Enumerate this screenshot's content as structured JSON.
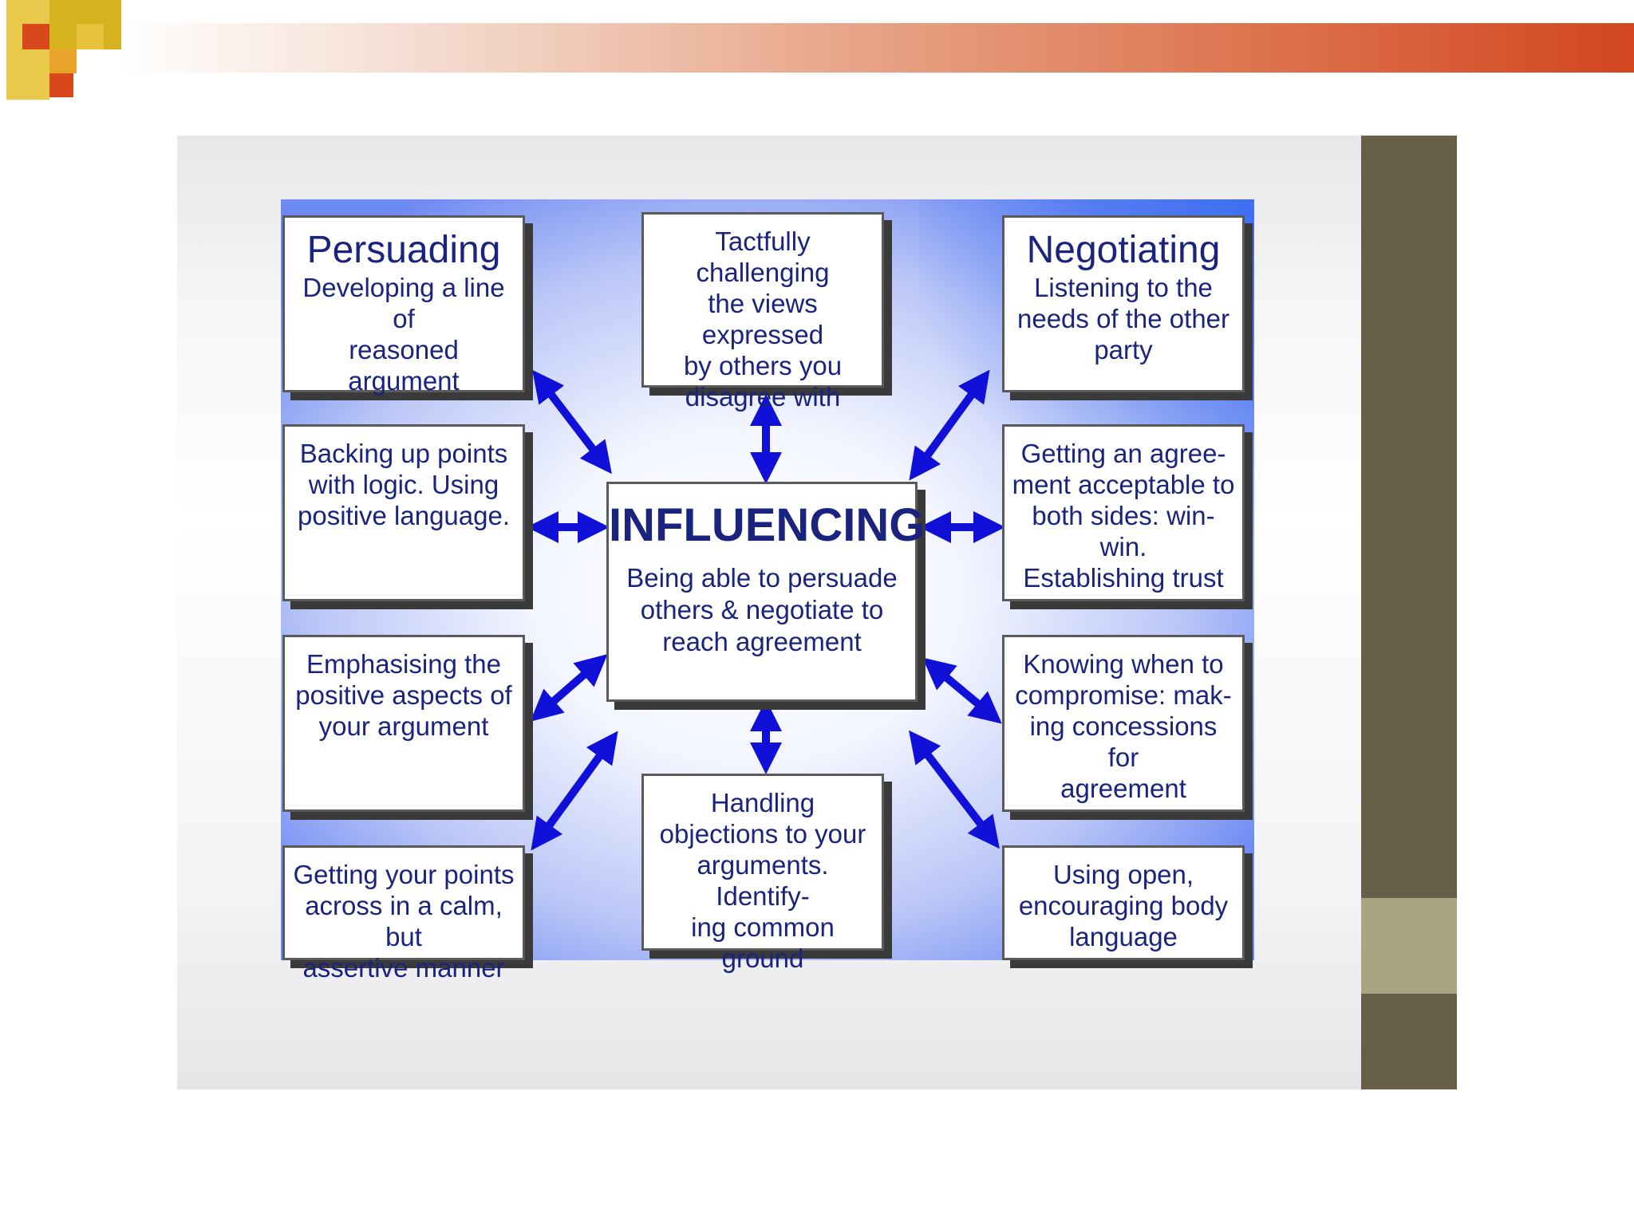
{
  "colors": {
    "box_text": "#1a237e",
    "arrow": "#1010d8",
    "top_bar_end": "#d2461f",
    "side_strip": "#666049",
    "side_strip_accent": "#a8a583"
  },
  "diagram": {
    "center": {
      "title": "INFLUENCING",
      "text": "Being able to persuade others & negotiate to reach agreement"
    },
    "left": [
      {
        "heading": "Persuading",
        "text": "Developing a line of\nreasoned argument"
      },
      {
        "text": "Backing up points\nwith logic. Using\npositive language."
      },
      {
        "text": "Emphasising the\npositive aspects of\nyour argument"
      },
      {
        "text": "Getting your points\nacross in a calm, but\nassertive manner"
      }
    ],
    "top": {
      "text": "Tactfully challenging\nthe views expressed\nby others you\ndisagree with"
    },
    "bottom": {
      "text": "Handling\nobjections to your\narguments. Identify-\ning common ground"
    },
    "right": [
      {
        "heading": "Negotiating",
        "text": "Listening to the\nneeds of the other\nparty"
      },
      {
        "text": "Getting an agree-\nment acceptable to\nboth sides: win-win.\nEstablishing trust"
      },
      {
        "text": "Knowing when to\ncompromise: mak-\ning concessions for\nagreement"
      },
      {
        "text": "Using open,\nencouraging body\nlanguage"
      }
    ]
  }
}
